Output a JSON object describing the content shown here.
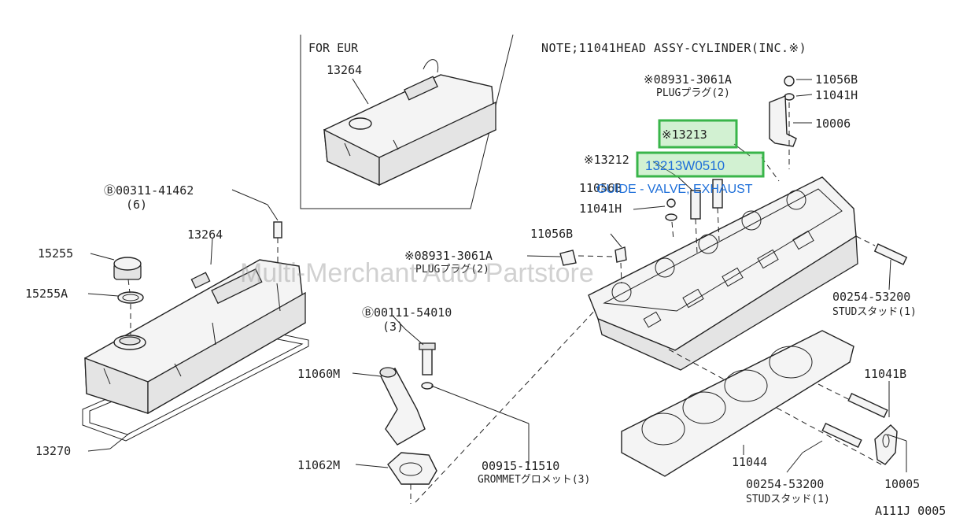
{
  "note": "NOTE;11041HEAD ASSY-CYLINDER(INC.※)",
  "eur_box": {
    "title": "FOR EUR",
    "part": "13264"
  },
  "labels": {
    "b_00311": "Ⓑ00311-41462",
    "b_00311_qty": "(6)",
    "p13264": "13264",
    "p15255": "15255",
    "p15255a": "15255A",
    "p13270": "13270",
    "b_00111": "Ⓑ00111-54010",
    "b_00111_qty": "(3)",
    "p11060m": "11060M",
    "p11062m": "11062M",
    "p00915": "00915-11510",
    "p00915_name": "GROMMETグロメット(3)",
    "plug_left": "※08931-3061A",
    "plug_left_name": "PLUGプラグ(2)",
    "p11056b_left": "11056B",
    "plug_top": "※08931-3061A",
    "plug_top_name": "PLUGプラグ(2)",
    "p11056b_top": "11056B",
    "p11041h_top": "11041H",
    "p10006": "10006",
    "p13213": "※13213",
    "p13212": "※13212",
    "p11056b_mid": "11056B",
    "p11041h_mid": "11041H",
    "stud_right": "00254-53200",
    "stud_right_name": "STUDスタッド(1)",
    "p11041b": "11041B",
    "p11044": "11044",
    "stud_bottom": "00254-53200",
    "stud_bottom_name": "STUDスタッド(1)",
    "p10005": "10005",
    "diagram_code": "A111J 0005"
  },
  "highlight": {
    "part_number": "13213W0510",
    "description": "GUIDE - VALVE, EXHAUST",
    "colors": {
      "box": "#39b54a",
      "text": "#1e6fd9"
    }
  },
  "watermark": "Multi-Merchant Auto Partstore"
}
